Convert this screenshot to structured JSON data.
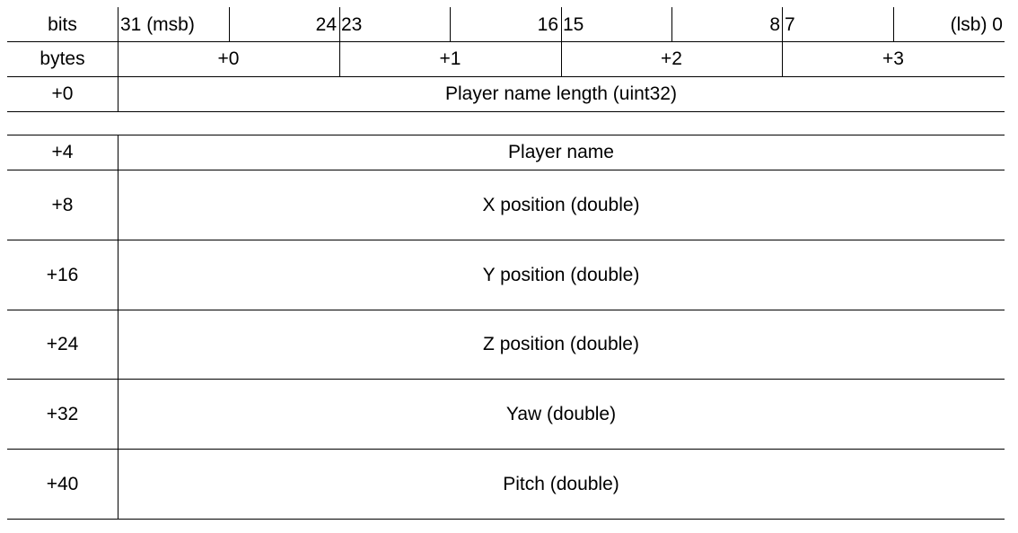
{
  "header": {
    "bits_label": "bits",
    "bytes_label": "bytes",
    "bit_ticks": [
      {
        "left": "31 (msb)",
        "right": "24"
      },
      {
        "left": "23",
        "right": "16"
      },
      {
        "left": "15",
        "right": "8"
      },
      {
        "left": "7",
        "right": "(lsb) 0"
      }
    ],
    "byte_columns": [
      "+0",
      "+1",
      "+2",
      "+3"
    ]
  },
  "rows": [
    {
      "offset": "+0",
      "field": "Player name length (uint32)"
    },
    {
      "offset": "",
      "field": ""
    },
    {
      "offset": "+4",
      "field": "Player name"
    },
    {
      "offset": "+8",
      "field": "X position (double)"
    },
    {
      "offset": "+16",
      "field": "Y position (double)"
    },
    {
      "offset": "+24",
      "field": "Z position (double)"
    },
    {
      "offset": "+32",
      "field": "Yaw (double)"
    },
    {
      "offset": "+40",
      "field": "Pitch (double)"
    }
  ]
}
